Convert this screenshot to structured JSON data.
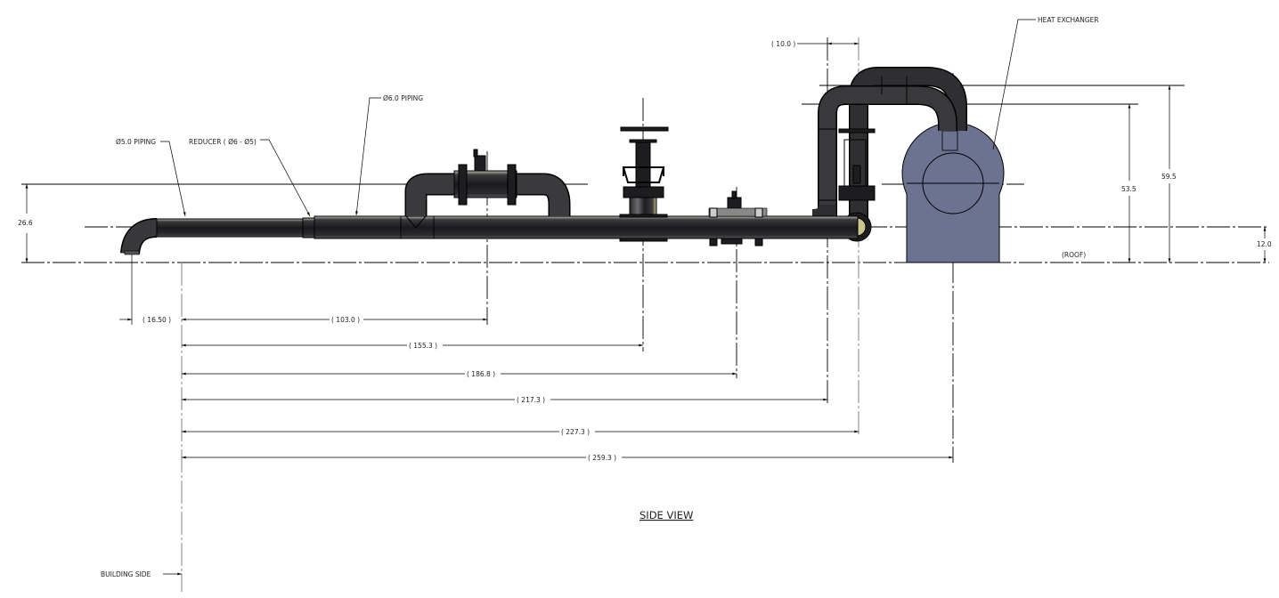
{
  "view_title": "SIDE VIEW",
  "labels": {
    "pipe_5": "Ø5.0 PIPING",
    "reducer": "REDUCER ( Ø6 - Ø5)",
    "pipe_6": "Ø6.0 PIPING",
    "heat_exchanger": "HEAT EXCHANGER",
    "roof": "(ROOF)",
    "building_side": "BUILDING SIDE"
  },
  "dimensions": {
    "d26_6": "26.6",
    "d16_50": "( 16.50 )",
    "d103": "( 103.0 )",
    "d155": "( 155.3 )",
    "d186": "( 186.8 )",
    "d217": "( 217.3 )",
    "d227": "( 227.3 )",
    "d259": "( 259.3 )",
    "d10": "( 10.0 )",
    "d53_5": "53.5",
    "d59_5": "59.5",
    "d12": "12.0"
  },
  "colors": {
    "heat_exchanger": "#6b7390",
    "pipe": "#2a2a2c"
  }
}
